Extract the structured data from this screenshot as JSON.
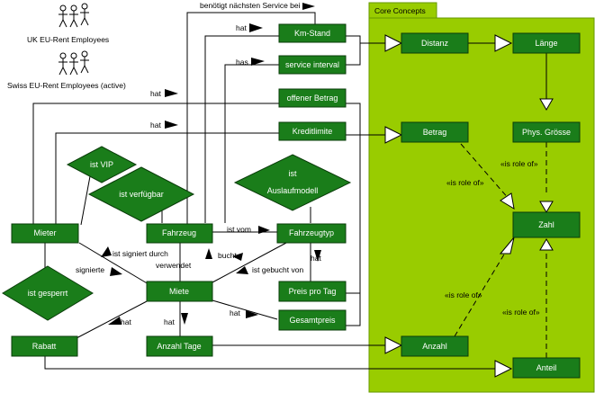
{
  "actors": {
    "uk": "UK EU-Rent Employees",
    "swiss": "Swiss EU-Rent Employees (active)"
  },
  "core": {
    "title": "Core Concepts",
    "colors": {
      "fill": "#99cc00",
      "border": "#669900"
    }
  },
  "nodes": {
    "km_stand": "Km-Stand",
    "service_interval": "service interval",
    "offener_betrag": "offener Betrag",
    "kreditlimite": "Kreditlimite",
    "mieter": "Mieter",
    "fahrzeug": "Fahrzeug",
    "fahrzeugtyp": "Fahrzeugtyp",
    "miete": "Miete",
    "rabatt": "Rabatt",
    "anzahl_tage": "Anzahl Tage",
    "preis_pro_tag": "Preis pro Tag",
    "gesamtpreis": "Gesamtpreis",
    "distanz": "Distanz",
    "laenge": "Länge",
    "betrag": "Betrag",
    "phys_groesse": "Phys. Grösse",
    "zahl": "Zahl",
    "anzahl": "Anzahl",
    "anteil": "Anteil"
  },
  "diamonds": {
    "ist_vip": "ist VIP",
    "ist_verfuegbar": "ist verfügbar",
    "ist_auslaufmodell_1": "ist",
    "ist_auslaufmodell_2": "Auslaufmodell",
    "ist_gesperrt": "ist gesperrt"
  },
  "labels": {
    "benoetigt": "benötigt nächsten Service bei",
    "hat_km": "hat",
    "has_si": "has",
    "hat_offen": "hat",
    "hat_kredit": "hat",
    "ist_vom": "ist vom",
    "ist_signiert_durch": "ist signiert durch",
    "signierte": "signierte",
    "verwendet": "verwendet",
    "bucht": "bucht",
    "ist_gebucht_von": "ist gebucht von",
    "hat_preis": "hat",
    "hat_rabatt": "hat",
    "hat_tage": "hat",
    "hat_gesamt": "hat",
    "role_1": "«is role of»",
    "role_2": "«is role of»",
    "role_3": "«is role of»",
    "role_4": "«is role of»"
  },
  "colors": {
    "node_fill": "#1a7d1a",
    "node_border": "#0a3d0a",
    "core_fill": "#99cc00"
  },
  "icons": {
    "actor": "stick-figure-group-icon",
    "arrow": "filled-triangle-arrow-icon",
    "generalization": "hollow-triangle-arrow-icon"
  }
}
